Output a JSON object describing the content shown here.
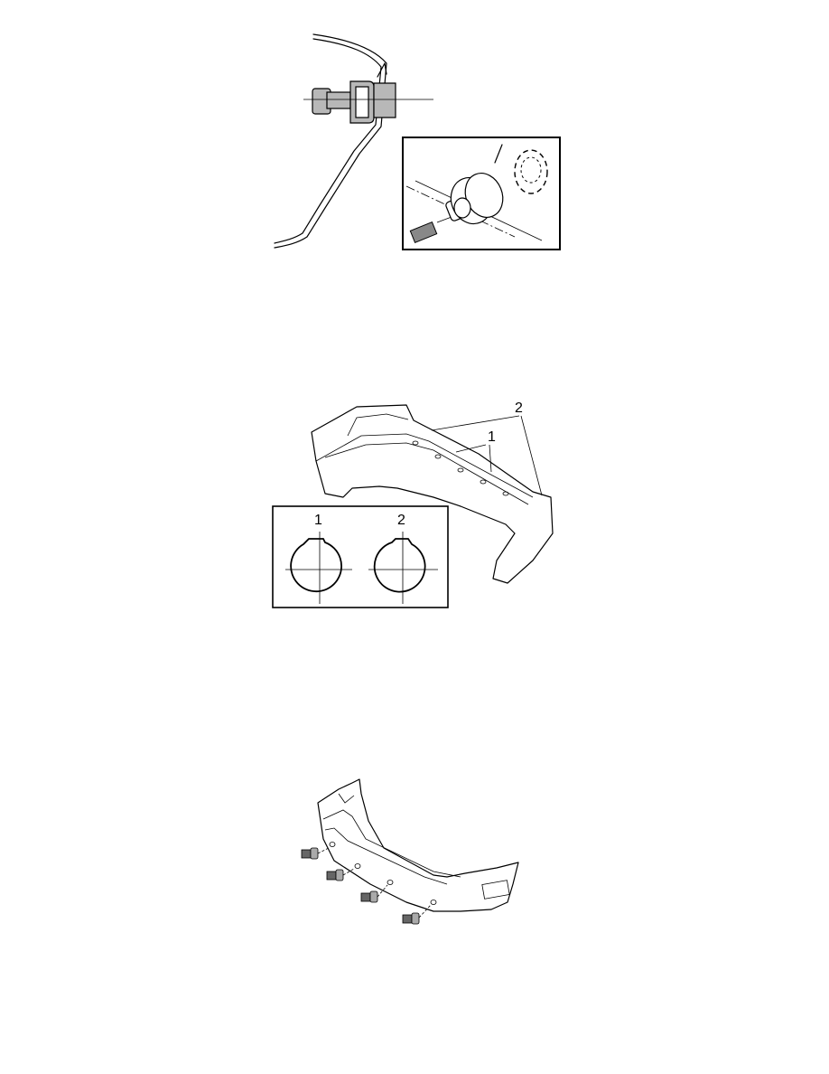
{
  "figures": {
    "bracket_detail": {
      "labels": []
    },
    "bumper_sensor_holes": {
      "callout_1": "1",
      "callout_2": "2",
      "inset_label_1": "1",
      "inset_label_2": "2"
    },
    "bumper_sensors_install": {
      "labels": []
    }
  }
}
